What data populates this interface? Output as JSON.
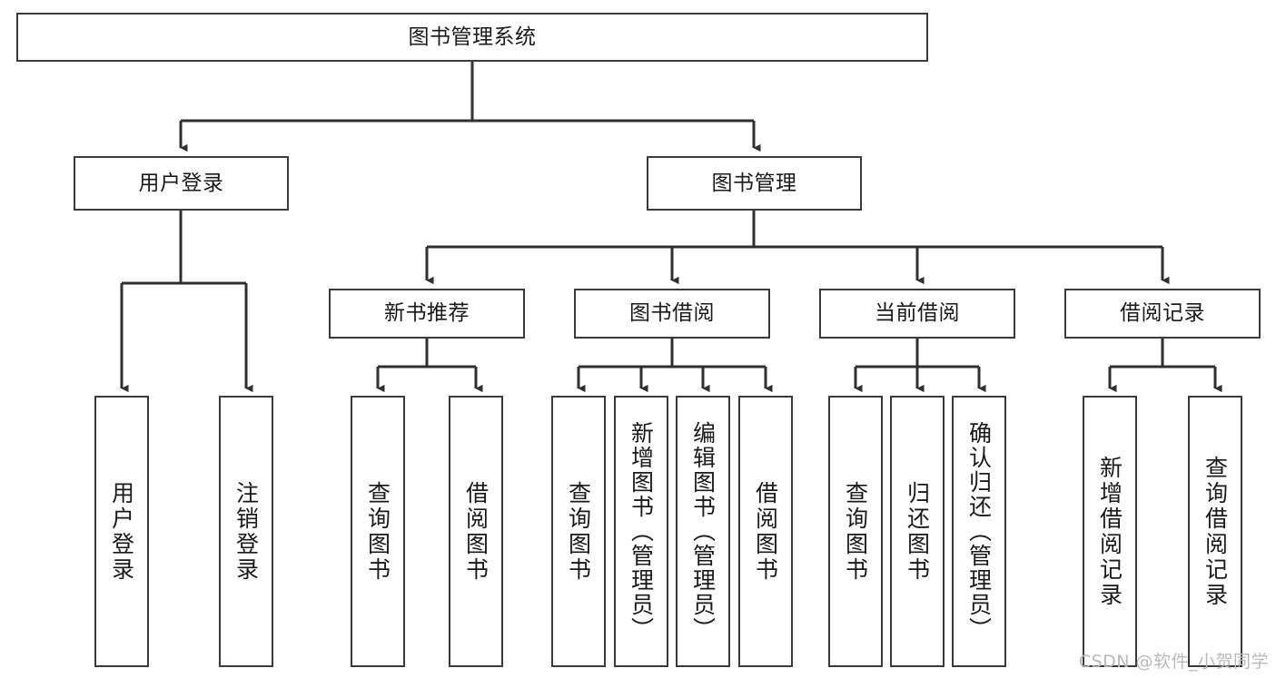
{
  "diagram": {
    "title": "图书管理系统",
    "type": "tree-hierarchy-chart",
    "colors": {
      "box_border": "#3a3a3a",
      "box_fill": "#ffffff",
      "connector": "#2f2f2f",
      "text": "#1a1a1a",
      "watermark": "#b9b9b9",
      "background": "#ffffff"
    },
    "root": {
      "label": "图书管理系统"
    },
    "level2": [
      {
        "label": "用户登录"
      },
      {
        "label": "图书管理"
      }
    ],
    "level3": [
      {
        "label": "新书推荐"
      },
      {
        "label": "图书借阅"
      },
      {
        "label": "当前借阅"
      },
      {
        "label": "借阅记录"
      }
    ],
    "leaves": {
      "user_login": [
        {
          "label": "用户登录"
        },
        {
          "label": "注销登录"
        }
      ],
      "new_book_recommend": [
        {
          "label": "查询图书"
        },
        {
          "label": "借阅图书"
        }
      ],
      "book_borrow": [
        {
          "label": "查询图书"
        },
        {
          "label": "新增图书（管理员）"
        },
        {
          "label": "编辑图书（管理员）"
        },
        {
          "label": "借阅图书"
        }
      ],
      "current_borrow": [
        {
          "label": "查询图书"
        },
        {
          "label": "归还图书"
        },
        {
          "label": "确认归还（管理员）"
        }
      ],
      "borrow_record": [
        {
          "label": "新增借阅记录"
        },
        {
          "label": "查询借阅记录"
        }
      ]
    }
  },
  "watermark": {
    "text": "CSDN @软件_小贺同学"
  }
}
